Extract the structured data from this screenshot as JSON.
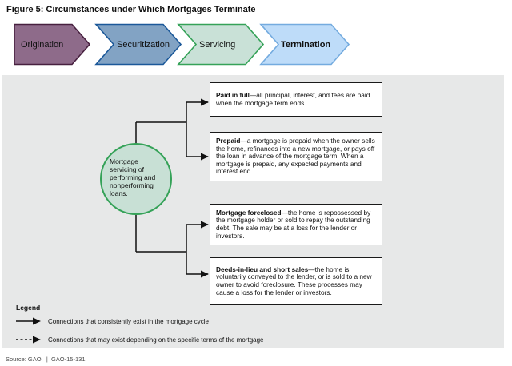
{
  "title": "Figure 5: Circumstances under Which Mortgages Terminate",
  "process_flow": {
    "stages": [
      {
        "label": "Origination",
        "fill": "#8e6b8a",
        "border": "#47203f",
        "bold": false
      },
      {
        "label": "Securitization",
        "fill": "#82a3c4",
        "border": "#1b5899",
        "bold": false
      },
      {
        "label": "Servicing",
        "fill": "#c9e1d7",
        "border": "#35a258",
        "bold": false
      },
      {
        "label": "Termination",
        "fill": "#bedcf9",
        "border": "#74abdf",
        "bold": true
      }
    ]
  },
  "diagram": {
    "hub": {
      "label": "Mortgage servicing of performing and nonperforming loans.",
      "fill": "#c8e0d5",
      "border": "#35a258"
    },
    "boxes": [
      {
        "term": "Paid in full",
        "description": "—all principal, interest, and fees are paid when the mortgage term ends."
      },
      {
        "term": "Prepaid",
        "description": "—a mortgage is prepaid when the owner sells the home, refinances into a new mortgage, or pays off the loan in advance of the mortgage term. When a mortgage is prepaid, any expected payments and interest end."
      },
      {
        "term": "Mortgage foreclosed",
        "description": "—the home is repossessed by the mortgage holder or sold to repay the outstanding debt. The sale may be at a loss for the lender or investors."
      },
      {
        "term": "Deeds-in-lieu and short sales",
        "description": "—the home is voluntarily conveyed to the lender, or is sold to a new owner to avoid foreclosure. These processes may cause a loss for the lender or investors."
      }
    ]
  },
  "legend": {
    "heading": "Legend",
    "items": [
      {
        "style": "solid",
        "label": "Connections that consistently exist in the mortgage cycle"
      },
      {
        "style": "dashed",
        "label": "Connections that may exist depending on the specific terms of the mortgage"
      }
    ]
  },
  "source": "Source: GAO.  |  GAO-15-131",
  "panel_background": "#e7e8e8",
  "connector_color": "#111111"
}
